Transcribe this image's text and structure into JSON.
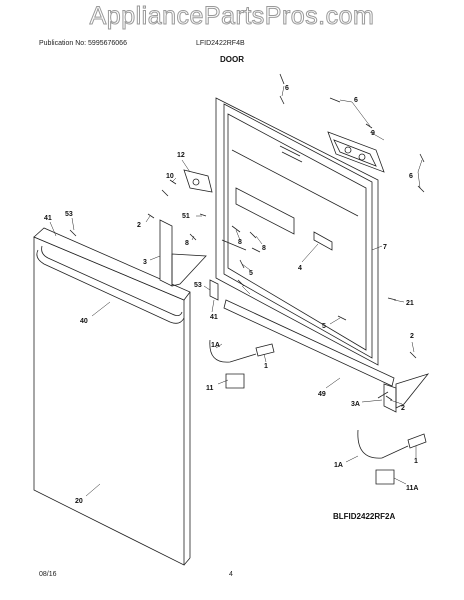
{
  "watermark": "AppliancePartsPros.com",
  "header": {
    "publication": "Publication No: 5995676066",
    "model": "LFID2422RF4B",
    "section": "DOOR"
  },
  "diagram_code": "BLFID2422RF2A",
  "footer": {
    "date": "08/16",
    "page": "4"
  },
  "callouts": [
    "6",
    "6",
    "9",
    "12",
    "10",
    "6",
    "53",
    "41",
    "2",
    "51",
    "8",
    "8",
    "8",
    "7",
    "3",
    "4",
    "5",
    "53",
    "41",
    "40",
    "21",
    "5",
    "2",
    "1A",
    "1",
    "11",
    "49",
    "3A",
    "2",
    "1A",
    "1",
    "11A",
    "20"
  ]
}
